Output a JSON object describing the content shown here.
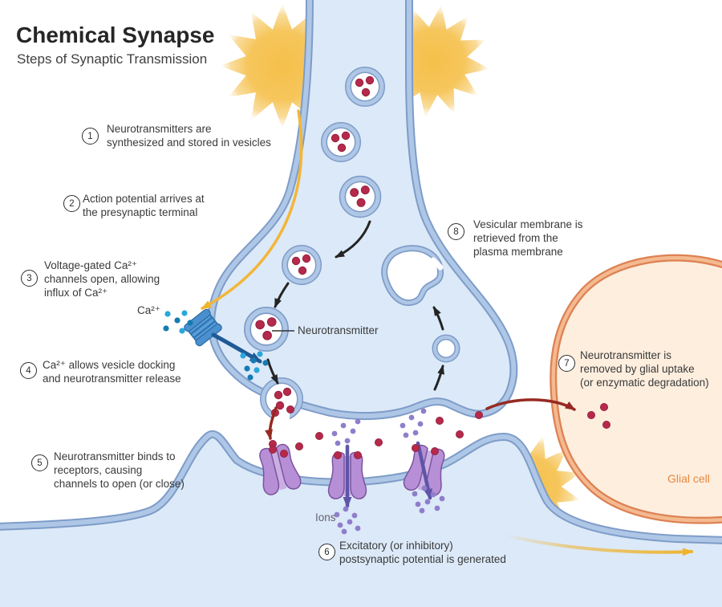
{
  "title": "Chemical Synapse",
  "subtitle": "Steps of Synaptic Transmission",
  "steps": [
    {
      "num": "1",
      "text": "Neurotransmitters are\nsynthesized and stored in vesicles"
    },
    {
      "num": "2",
      "text": "Action potential arrives at\nthe presynaptic terminal"
    },
    {
      "num": "3",
      "text": "Voltage-gated Ca²⁺\nchannels open, allowing\ninflux of Ca²⁺"
    },
    {
      "num": "4",
      "text": "Ca²⁺ allows vesicle docking\nand neurotransmitter release"
    },
    {
      "num": "5",
      "text": "Neurotransmitter binds to\nreceptors, causing\nchannels to open (or close)"
    },
    {
      "num": "6",
      "text": "Excitatory (or inhibitory)\npostsynaptic potential is generated"
    },
    {
      "num": "7",
      "text": "Neurotransmitter is\nremoved by glial uptake\n(or enzymatic degradation)"
    },
    {
      "num": "8",
      "text": "Vesicular membrane is\nretrieved from the\nplasma membrane"
    }
  ],
  "labels": {
    "calcium": "Ca²⁺",
    "neurotransmitter": "Neurotransmitter",
    "ions": "Ions",
    "glial_cell": "Glial cell"
  },
  "colors": {
    "cell_fill": "#dce9f8",
    "membrane_dark": "#7e9cc8",
    "membrane_light": "#aec7e6",
    "neurotransmitter_dot": "#b5294b",
    "calcium_dot": "#29a7d9",
    "calcium_channel_blue": "#5b9fd8",
    "receptor_purple": "#b78fd6",
    "ion_dot": "#8f7ecb",
    "action_potential_yellow": "#f5c04a",
    "yellow_arrow": "#efb32c",
    "dark_red_arrow": "#962a22",
    "glial_fill": "#fdeede",
    "glial_border": "#dd8153",
    "glial_label": "#e8873f"
  }
}
